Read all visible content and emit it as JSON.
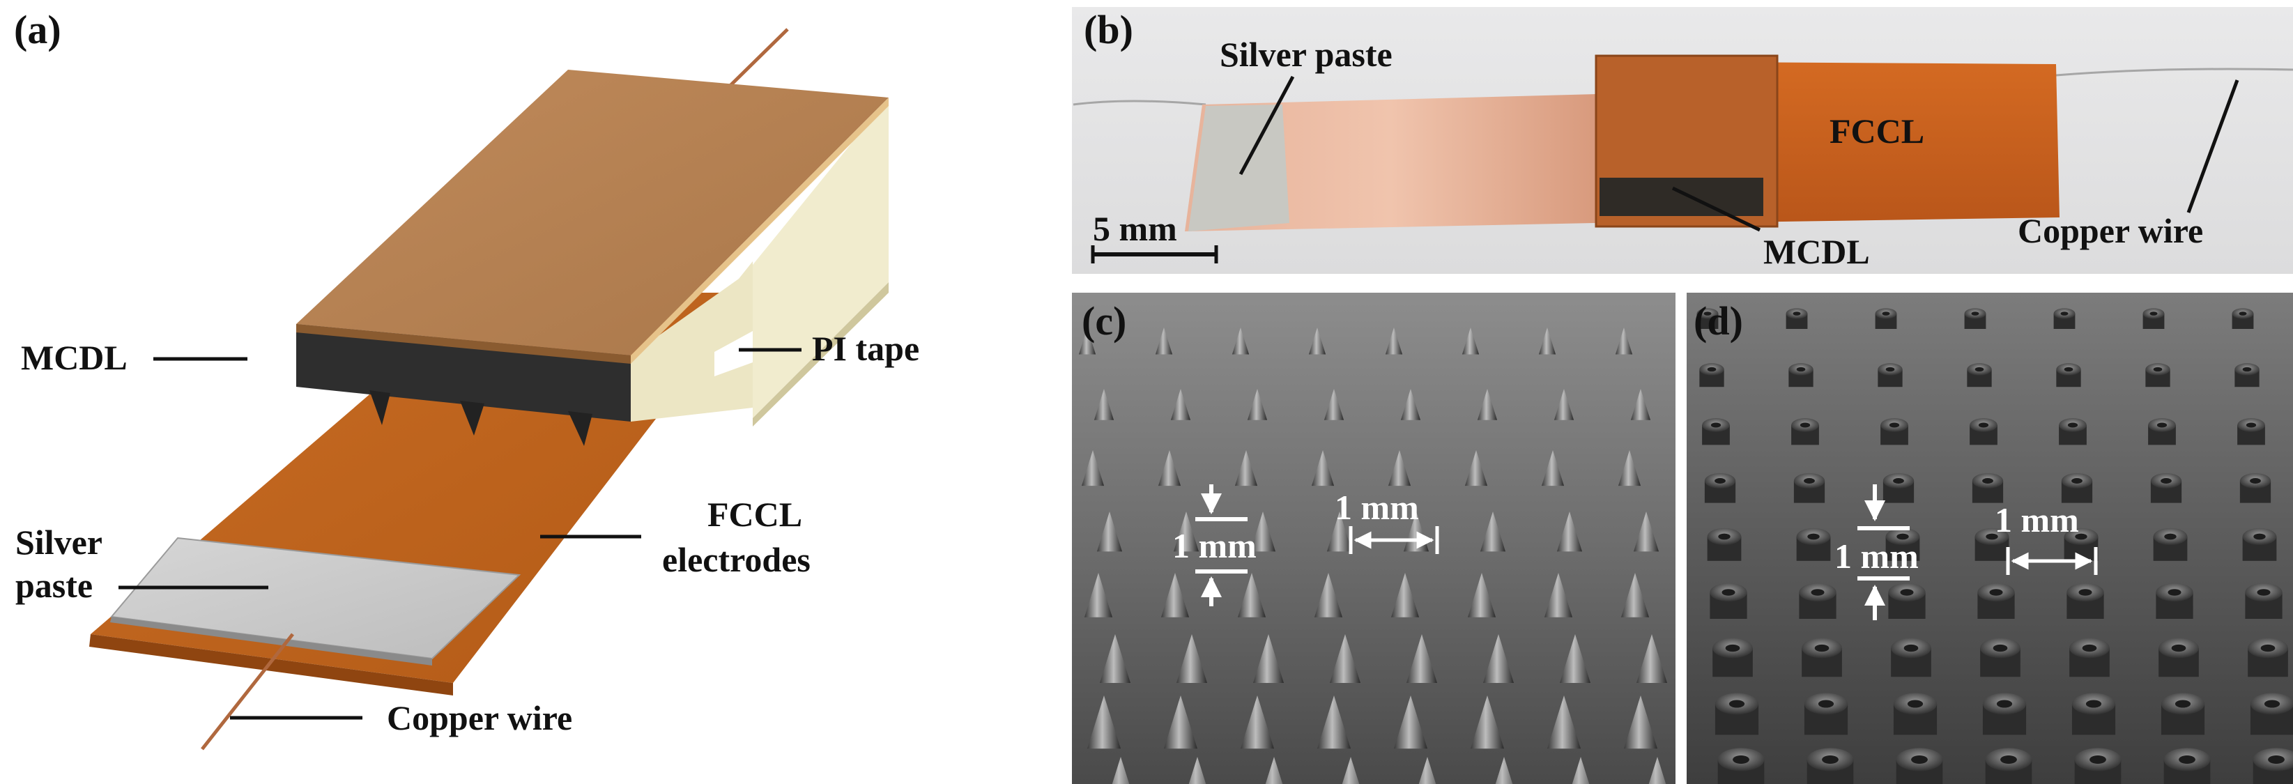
{
  "panels": {
    "a": {
      "letter": "(a)"
    },
    "b": {
      "letter": "(b)"
    },
    "c": {
      "letter": "(c)"
    },
    "d": {
      "letter": "(d)"
    }
  },
  "labels_a": {
    "mcdl": "MCDL",
    "pi_tape": "PI tape",
    "fccl_line1": "FCCL",
    "fccl_line2": "electrodes",
    "silver_line1": "Silver",
    "silver_line2": "paste",
    "copper": "Copper wire"
  },
  "labels_b": {
    "silver": "Silver paste",
    "fccl": "FCCL",
    "scale": "5 mm",
    "mcdl": "MCDL",
    "copper": "Copper wire"
  },
  "labels_c": {
    "row_spacing": "1 mm",
    "col_spacing": "1 mm"
  },
  "labels_d": {
    "row_spacing": "1 mm",
    "col_spacing": "1 mm"
  },
  "colors": {
    "copper": "#b5733f",
    "orange_film": "#c4641c",
    "silver": "#cfcfcf",
    "mcdl_dark": "#2e2e2e",
    "pi_tape": "#efe9c8"
  }
}
